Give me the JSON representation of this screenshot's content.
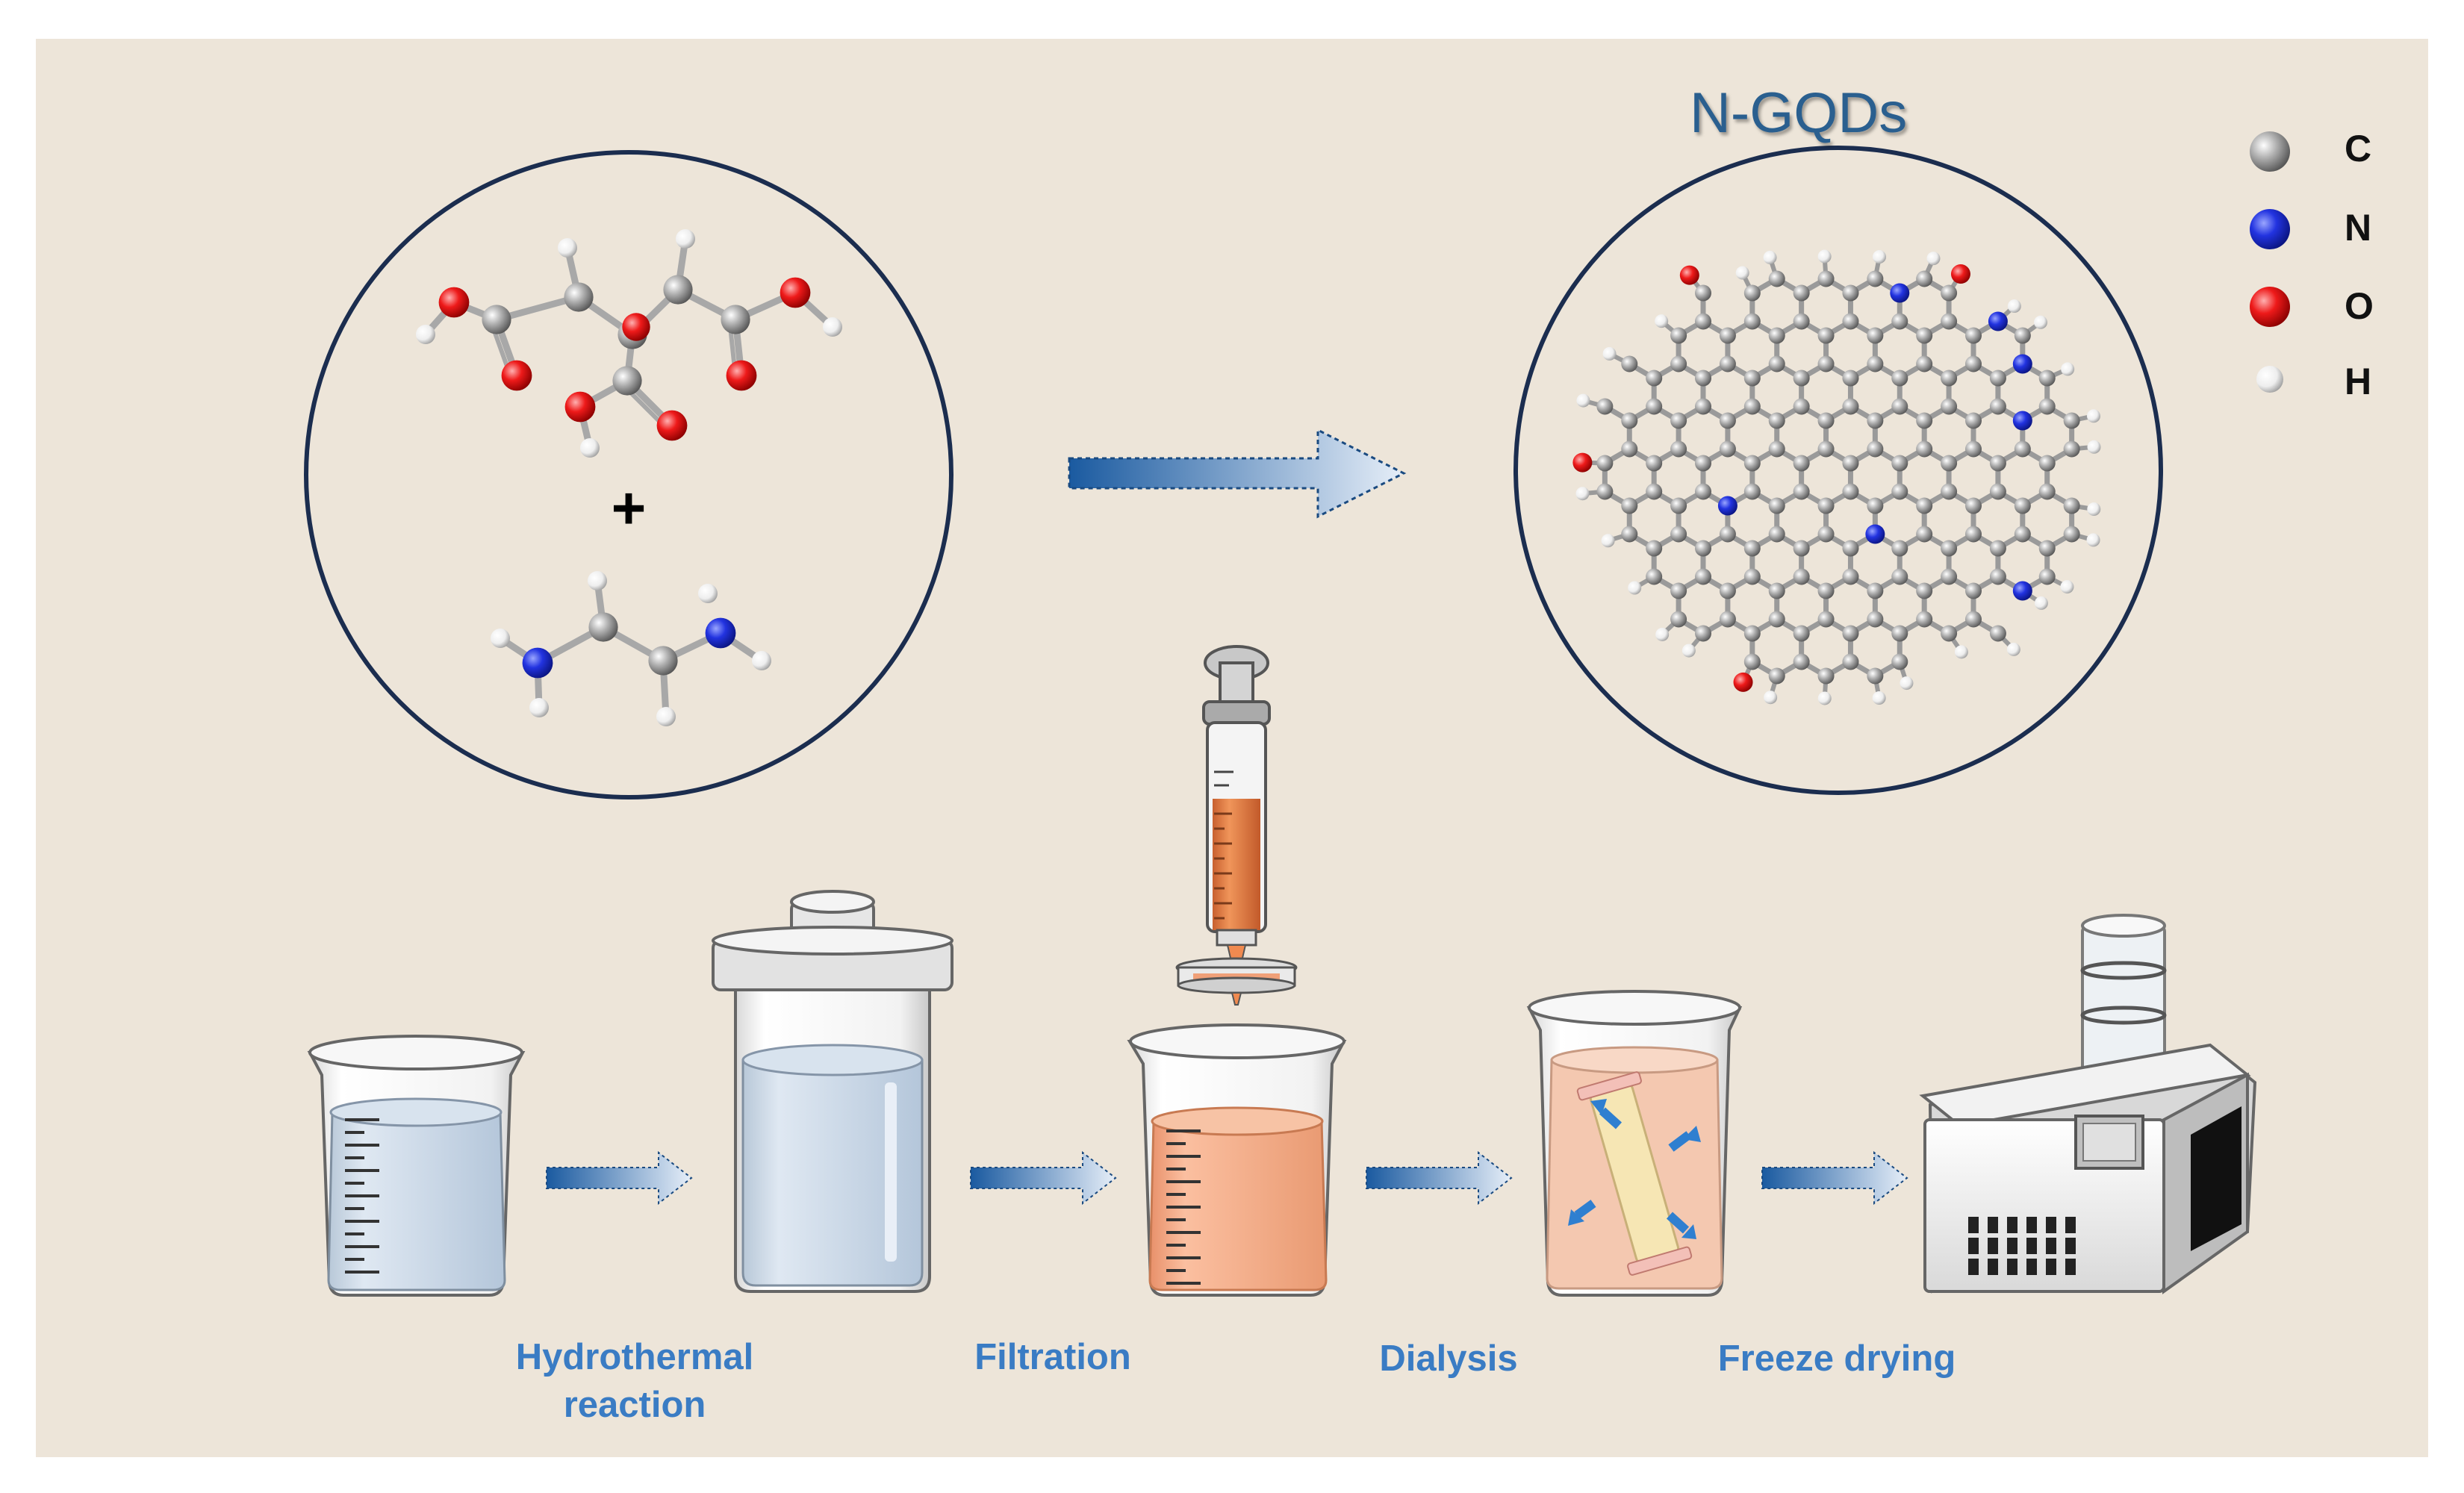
{
  "title": "N-GQDs",
  "plus": "+",
  "legend": [
    {
      "label": "C",
      "color": "#8c8c8c"
    },
    {
      "label": "N",
      "color": "#1f2fd6"
    },
    {
      "label": "O",
      "color": "#e0101a"
    },
    {
      "label": "H",
      "color": "#f4f4f4"
    }
  ],
  "steps": [
    {
      "label": "Hydrothermal reaction"
    },
    {
      "label": "Filtration"
    },
    {
      "label": "Dialysis"
    },
    {
      "label": "Freeze drying"
    }
  ],
  "colors": {
    "background": "#ede5d9",
    "arrow": "#3a7cc4",
    "solution_blue": "#c9d8e8",
    "solution_orange": "#f0a078"
  }
}
